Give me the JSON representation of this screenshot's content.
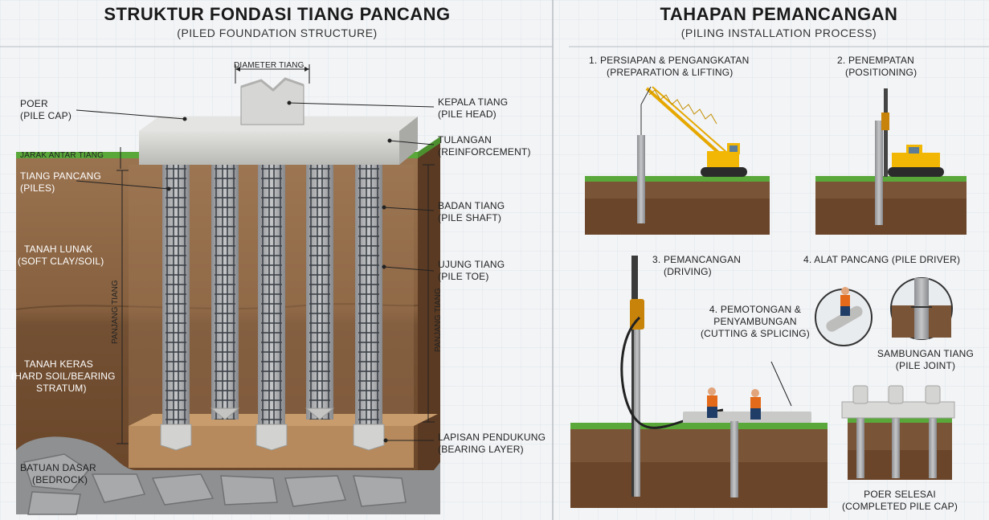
{
  "left_panel": {
    "title": "STRUKTUR FONDASI TIANG PANCANG",
    "subtitle": "(PILED FOUNDATION STRUCTURE)",
    "labels": {
      "diameter": "DIAMETER TIANG",
      "poer": "POER",
      "poer_en": "(PILE CAP)",
      "kepala": "KEPALA TIANG",
      "kepala_en": "(PILE HEAD)",
      "tulangan": "TULANGAN",
      "tulangan_en": "(REINFORCEMENT)",
      "jarak": "JARAK ANTAR TIANG",
      "tiang": "TIANG PANCANG",
      "tiang_en": "(PILES)",
      "badan": "BADAN TIANG",
      "badan_en": "(PILE SHAFT)",
      "lunak": "TANAH LUNAK",
      "lunak_en": "(SOFT CLAY/SOIL)",
      "ujung": "UJUNG TIANG",
      "ujung_en": "(PILE TOE)",
      "panjang_left": "PANJANG TIANG",
      "panjang_right": "PANJANG TIANG",
      "keras": "TANAH KERAS",
      "keras_en1": "(HARD SOIL/BEARING",
      "keras_en2": "STRATUM)",
      "pendukung": "LAPISAN PENDUKUNG",
      "pendukung_en": "(BEARING LAYER)",
      "batuan": "BATUAN DASAR",
      "batuan_en": "(BEDROCK)"
    }
  },
  "right_panel": {
    "title": "TAHAPAN PEMANCANGAN",
    "subtitle": "(PILING INSTALLATION PROCESS)",
    "steps": {
      "s1": "1. PERSIAPAN & PENGANGKATAN",
      "s1_en": "(PREPARATION & LIFTING)",
      "s2": "2. PENEMPATAN",
      "s2_en": "(POSITIONING)",
      "s3": "3. PEMANCANGAN",
      "s3_en": "(DRIVING)",
      "s4a": "4. ALAT PANCANG (PILE DRIVER)",
      "s4b": "4. PEMOTONGAN &",
      "s4b_2": "PENYAMBUNGAN",
      "s4b_en": "(CUTTING & SPLICING)",
      "joint": "SAMBUNGAN TIANG",
      "joint_en": "(PILE JOINT)",
      "done": "POER SELESAI",
      "done_en": "(COMPLETED PILE CAP)"
    }
  },
  "colors": {
    "soil_top": "#8b6a4a",
    "soil_mid": "#7a5436",
    "soil_deep": "#6b4528",
    "grass": "#5aa83a",
    "concrete": "#cfcfcd",
    "crane": "#f2b705"
  }
}
